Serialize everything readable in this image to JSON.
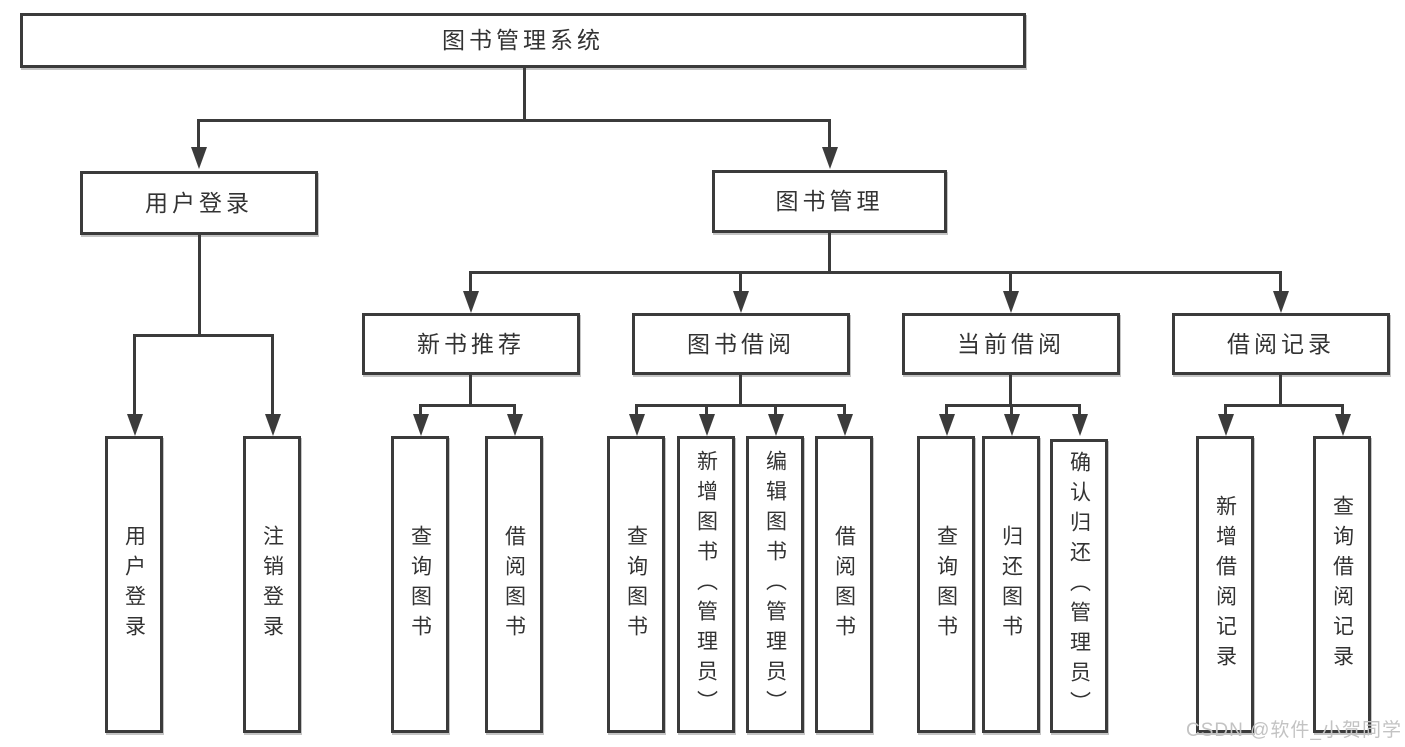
{
  "diagram": {
    "root": {
      "label": "图书管理系统"
    },
    "level1": [
      {
        "label": "用户登录"
      },
      {
        "label": "图书管理"
      }
    ],
    "level2": [
      {
        "label": "新书推荐"
      },
      {
        "label": "图书借阅"
      },
      {
        "label": "当前借阅"
      },
      {
        "label": "借阅记录"
      }
    ],
    "leaves": {
      "user_login": [
        "用户登录",
        "注销登录"
      ],
      "new_books": [
        "查询图书",
        "借阅图书"
      ],
      "book_borrowing": [
        "查询图书",
        "新增图书（管理员）",
        "编辑图书（管理员）",
        "借阅图书"
      ],
      "current_borrowing": [
        "查询图书",
        "归还图书",
        "确认归还（管理员）"
      ],
      "borrowing_records": [
        "新增借阅记录",
        "查询借阅记录"
      ]
    },
    "colors": {
      "line": "#3b3b3b",
      "text": "#333333",
      "watermark": "#c3c3c3",
      "background": "#ffffff"
    }
  },
  "watermark": "CSDN @软件_小贺同学"
}
